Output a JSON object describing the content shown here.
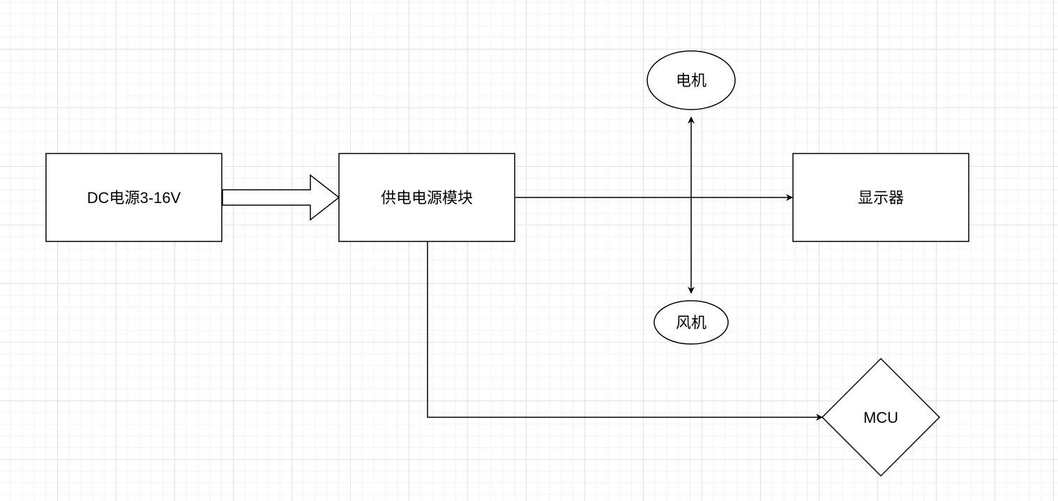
{
  "diagram": {
    "nodes": {
      "dc_power": {
        "label": "DC电源3-16V"
      },
      "power_module": {
        "label": "供电电源模块"
      },
      "display": {
        "label": "显示器"
      },
      "motor": {
        "label": "电机"
      },
      "fan": {
        "label": "风机"
      },
      "mcu": {
        "label": "MCU"
      }
    },
    "edges": [
      {
        "from": "dc_power",
        "to": "power_module",
        "style": "block-arrow"
      },
      {
        "from": "power_module",
        "to": "display",
        "style": "arrow"
      },
      {
        "from": "power_module",
        "to": "mcu",
        "style": "arrow"
      },
      {
        "from": "fan",
        "to": "motor",
        "style": "double-arrow"
      }
    ],
    "colors": {
      "stroke": "#000000",
      "fill": "#ffffff",
      "grid": "#e1e1e1"
    }
  }
}
